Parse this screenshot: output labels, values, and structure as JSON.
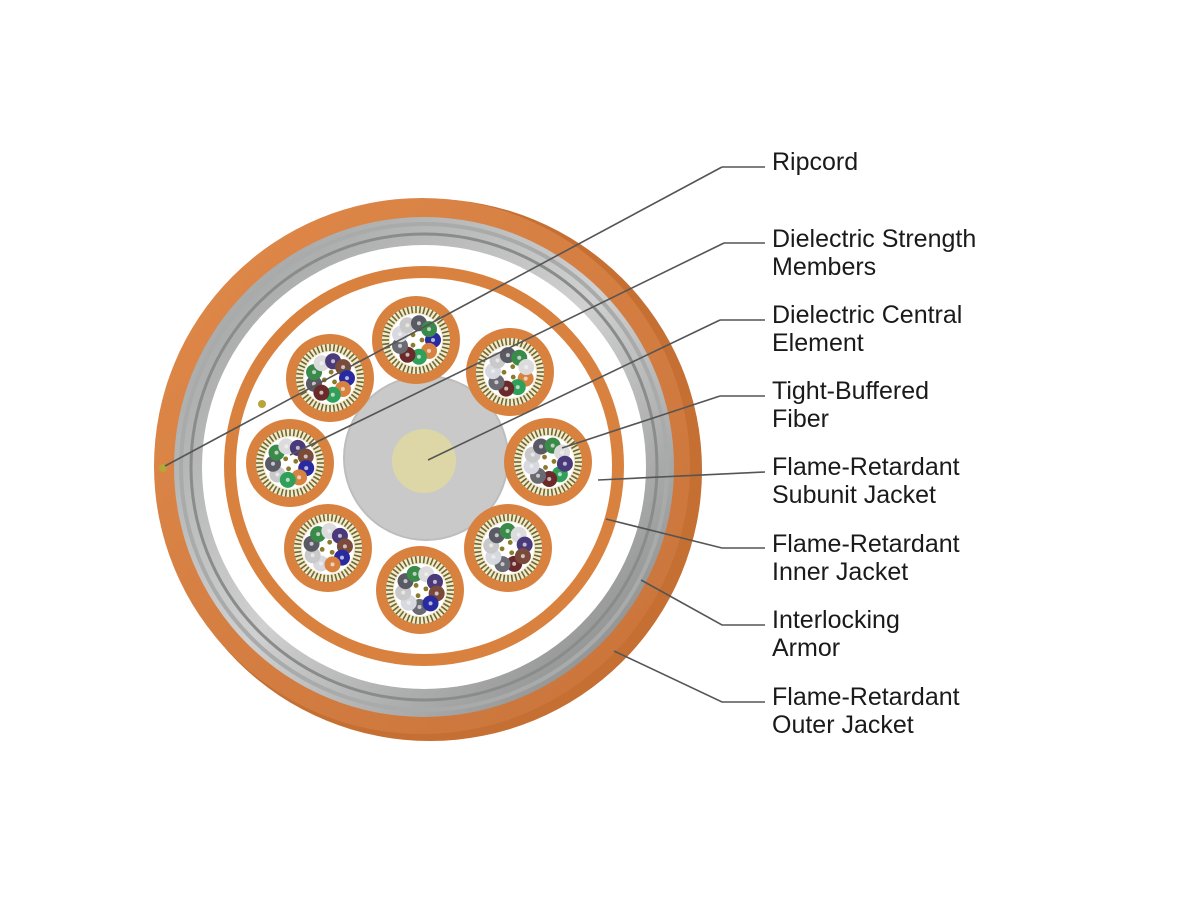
{
  "diagram": {
    "colors": {
      "jacket": "#d9823f",
      "jacket_dark": "#b96a2e",
      "armor": "#8e8f8f",
      "armor_light": "#c4c4c4",
      "filler": "#ffffff",
      "central_element": "#c9c9c9",
      "central_core": "#ddd7a7",
      "strength_member": "#8a7a2a",
      "leader_line": "#555555"
    },
    "fiber_colors": [
      "#2a2aa0",
      "#d9823f",
      "#2fa05a",
      "#6b2a2a",
      "#6a6a72",
      "#d8d8e0",
      "#c9c9c9",
      "#5a5a64",
      "#3a8a4a",
      "#dcdcdc",
      "#4a3a7a",
      "#7a4a3a"
    ],
    "callouts": [
      {
        "id": "ripcord",
        "lines": [
          "Ripcord"
        ]
      },
      {
        "id": "strength",
        "lines": [
          "Dielectric Strength",
          "Members"
        ]
      },
      {
        "id": "central",
        "lines": [
          "Dielectric Central",
          "Element"
        ]
      },
      {
        "id": "fiber",
        "lines": [
          "Tight-Buffered",
          "Fiber"
        ]
      },
      {
        "id": "subunit",
        "lines": [
          "Flame-Retardant",
          "Subunit Jacket"
        ]
      },
      {
        "id": "inner",
        "lines": [
          "Flame-Retardant",
          "Inner Jacket"
        ]
      },
      {
        "id": "armor",
        "lines": [
          "Interlocking",
          "Armor"
        ]
      },
      {
        "id": "outer",
        "lines": [
          "Flame-Retardant",
          "Outer Jacket"
        ]
      }
    ]
  }
}
